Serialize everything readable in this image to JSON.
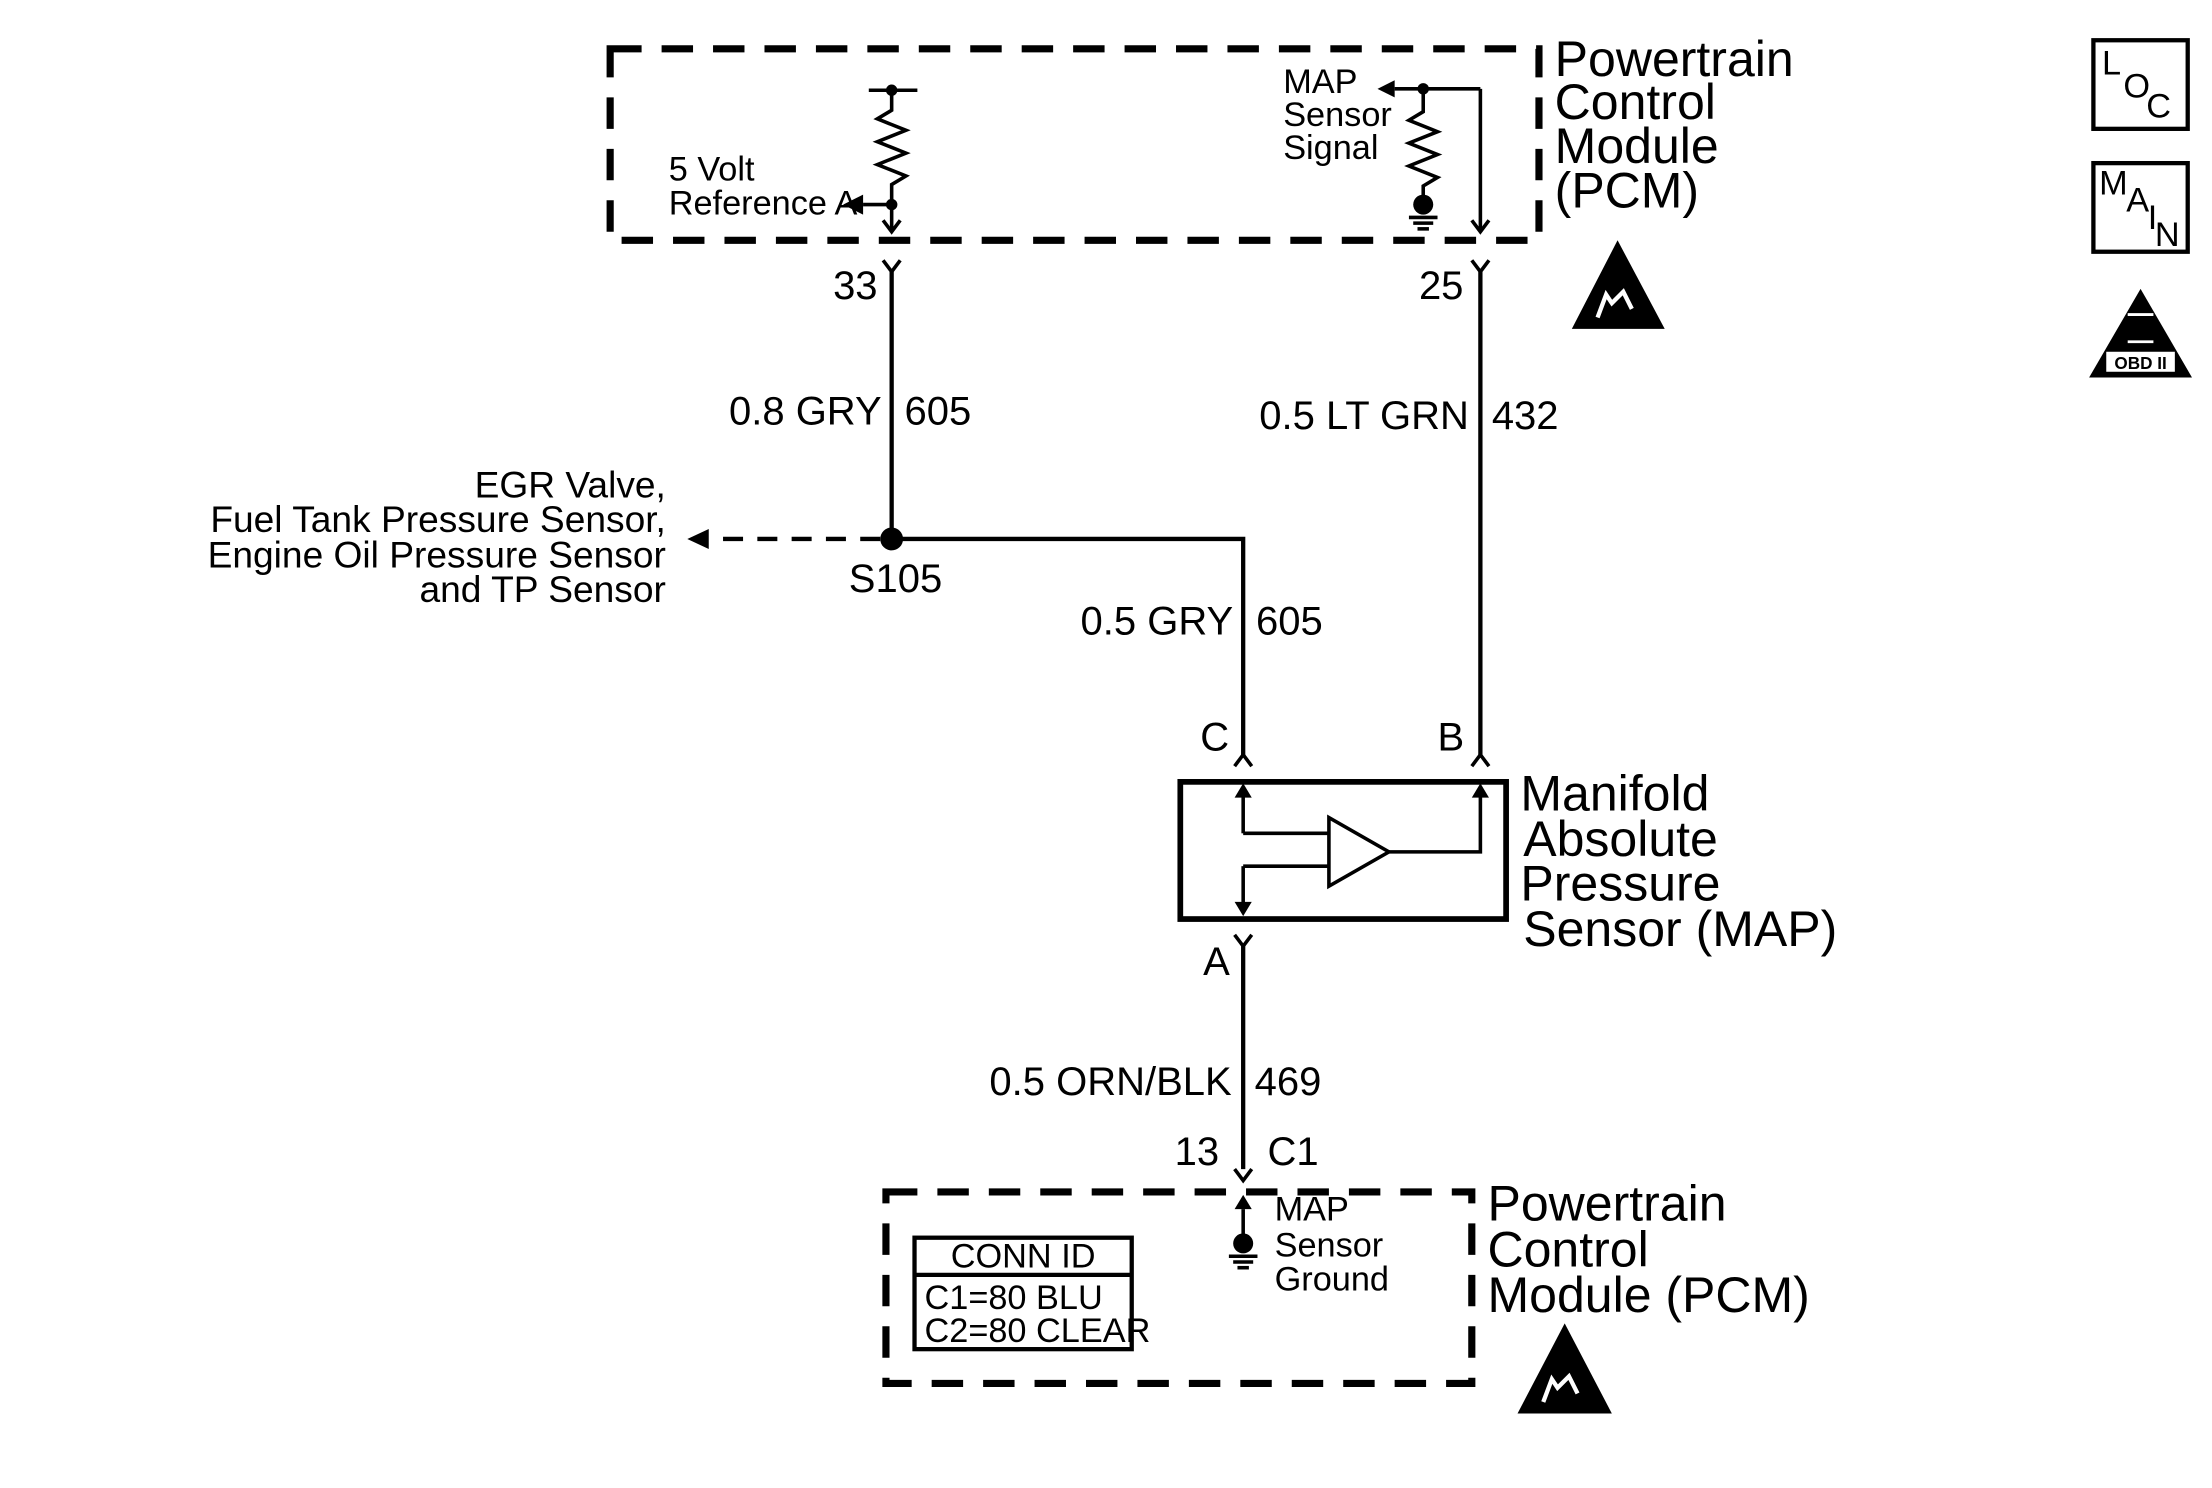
{
  "pcm_top": {
    "title_line1": "Powertrain",
    "title_line2": "Control",
    "title_line3": "Module",
    "title_line4": "(PCM)",
    "ref_line1": "5 Volt",
    "ref_line2": "Reference A",
    "map_line1": "MAP",
    "map_line2": "Sensor",
    "map_line3": "Signal",
    "pin_ref": "33",
    "pin_signal": "25"
  },
  "wires": {
    "ref_top_gauge": "0.8 GRY",
    "ref_top_circuit": "605",
    "ref_branch_gauge": "0.5 GRY",
    "ref_branch_circuit": "605",
    "signal_gauge": "0.5 LT GRN",
    "signal_circuit": "432",
    "ground_gauge": "0.5 ORN/BLK",
    "ground_circuit": "469"
  },
  "splice": {
    "id": "S105",
    "dest_line1": "EGR Valve,",
    "dest_line2": "Fuel Tank Pressure Sensor,",
    "dest_line3": "Engine Oil Pressure Sensor",
    "dest_line4": "and TP Sensor"
  },
  "map_sensor": {
    "pin_c": "C",
    "pin_b": "B",
    "pin_a": "A",
    "name_line1": "Manifold",
    "name_line2": "Absolute",
    "name_line3": "Pressure",
    "name_line4": "Sensor (MAP)"
  },
  "pcm_bottom": {
    "pin": "13",
    "connector": "C1",
    "ground_line1": "MAP",
    "ground_line2": "Sensor",
    "ground_line3": "Ground",
    "title_line1": "Powertrain",
    "title_line2": "Control",
    "title_line3": "Module (PCM)",
    "conn_id_title": "CONN ID",
    "conn_id_c1": "C1=80 BLU",
    "conn_id_c2": "C2=80 CLEAR"
  },
  "badges": {
    "loc_l": "L",
    "loc_o": "O",
    "loc_c": "C",
    "main_m": "M",
    "main_a": "A",
    "main_i": "I",
    "main_n": "N",
    "obd_numeral": "II",
    "obd_label": "OBD II"
  }
}
